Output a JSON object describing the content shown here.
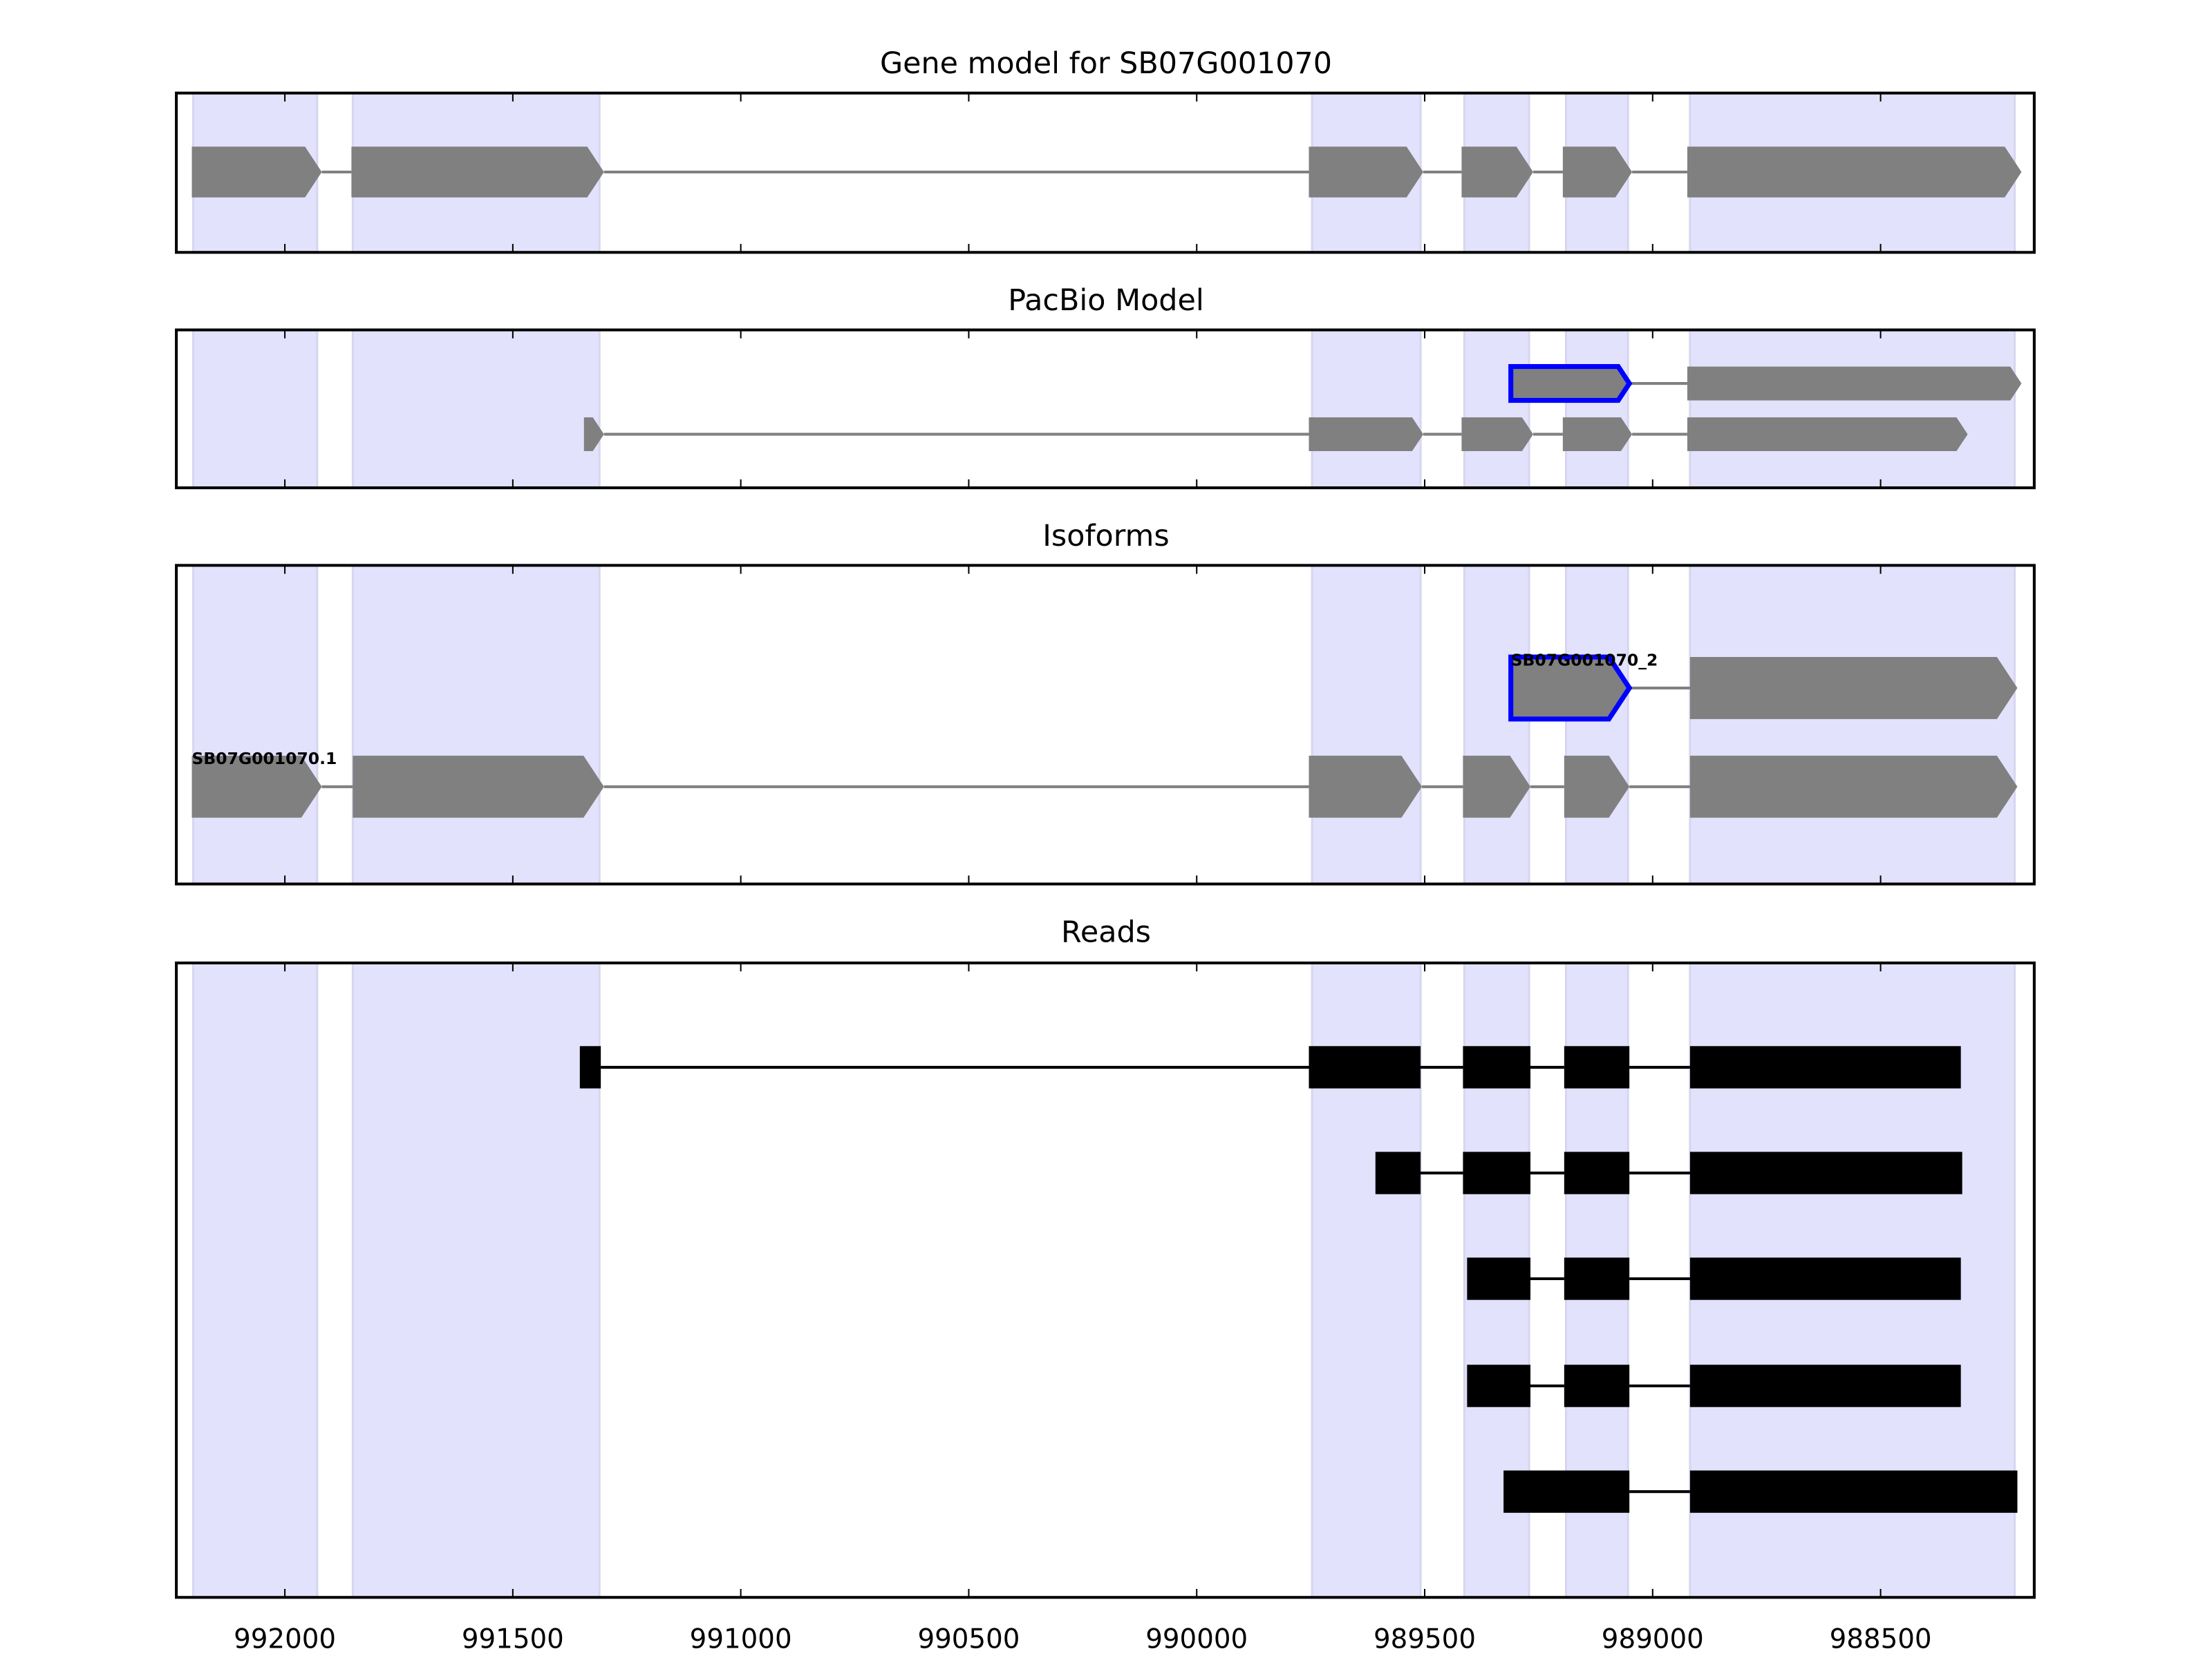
{
  "chart_data": {
    "type": "gene-track",
    "xlim": [
      992238,
      988163
    ],
    "xticks": [
      992000,
      991500,
      991000,
      990500,
      990000,
      989500,
      989000,
      988500
    ],
    "xtick_labels": [
      "992000",
      "991500",
      "991000",
      "990500",
      "990000",
      "989500",
      "989000",
      "988500"
    ],
    "shaded_regions": [
      [
        992201,
        991929
      ],
      [
        991851,
        991310
      ],
      [
        989747,
        989509
      ],
      [
        989413,
        989271
      ],
      [
        989190,
        989054
      ],
      [
        988918,
        988206
      ]
    ],
    "colors": {
      "shade": "#e2e2fd",
      "exon": "#808080",
      "highlight": "#0000ff",
      "read": "#000000"
    },
    "panels": [
      {
        "title": "Gene model for SB07G001070",
        "style": "arrow",
        "tracks": [
          {
            "exons": [
              [
                992204,
                991919
              ],
              [
                991854,
                991300
              ],
              [
                989754,
                989503
              ],
              [
                989419,
                989262
              ],
              [
                989197,
                989045
              ],
              [
                988924,
                988191
              ]
            ],
            "highlight": []
          }
        ]
      },
      {
        "title": "PacBio Model",
        "style": "arrow",
        "tracks": [
          {
            "exons": [
              [
                989311,
                989051
              ],
              [
                988924,
                988191
              ]
            ],
            "highlight": [
              0
            ]
          },
          {
            "exons": [
              [
                991344,
                991300
              ],
              [
                989754,
                989503
              ],
              [
                989419,
                989262
              ],
              [
                989197,
                989045
              ],
              [
                988924,
                988309
              ]
            ],
            "highlight": []
          }
        ]
      },
      {
        "title": "Isoforms",
        "style": "arrow",
        "tracks": [
          {
            "label": "SB07G001070_2",
            "exons": [
              [
                989311,
                989051
              ],
              [
                988918,
                988200
              ]
            ],
            "highlight": [
              0
            ]
          },
          {
            "label": "SB07G001070.1",
            "exons": [
              [
                992204,
                991919
              ],
              [
                991851,
                991300
              ],
              [
                989754,
                989506
              ],
              [
                989416,
                989268
              ],
              [
                989194,
                989051
              ],
              [
                988918,
                988200
              ]
            ],
            "highlight": []
          }
        ]
      },
      {
        "title": "Reads",
        "style": "block",
        "tracks": [
          {
            "exons": [
              [
                991353,
                991307
              ],
              [
                989754,
                989509
              ],
              [
                989416,
                989268
              ],
              [
                989194,
                989051
              ],
              [
                988918,
                988324
              ]
            ]
          },
          {
            "exons": [
              [
                989608,
                989509
              ],
              [
                989416,
                989268
              ],
              [
                989194,
                989051
              ],
              [
                988918,
                988321
              ]
            ]
          },
          {
            "exons": [
              [
                989407,
                989268
              ],
              [
                989194,
                989051
              ],
              [
                988918,
                988324
              ]
            ]
          },
          {
            "exons": [
              [
                989407,
                989268
              ],
              [
                989194,
                989051
              ],
              [
                988918,
                988324
              ]
            ]
          },
          {
            "exons": [
              [
                989327,
                989051
              ],
              [
                988918,
                988200
              ]
            ]
          }
        ]
      }
    ]
  }
}
